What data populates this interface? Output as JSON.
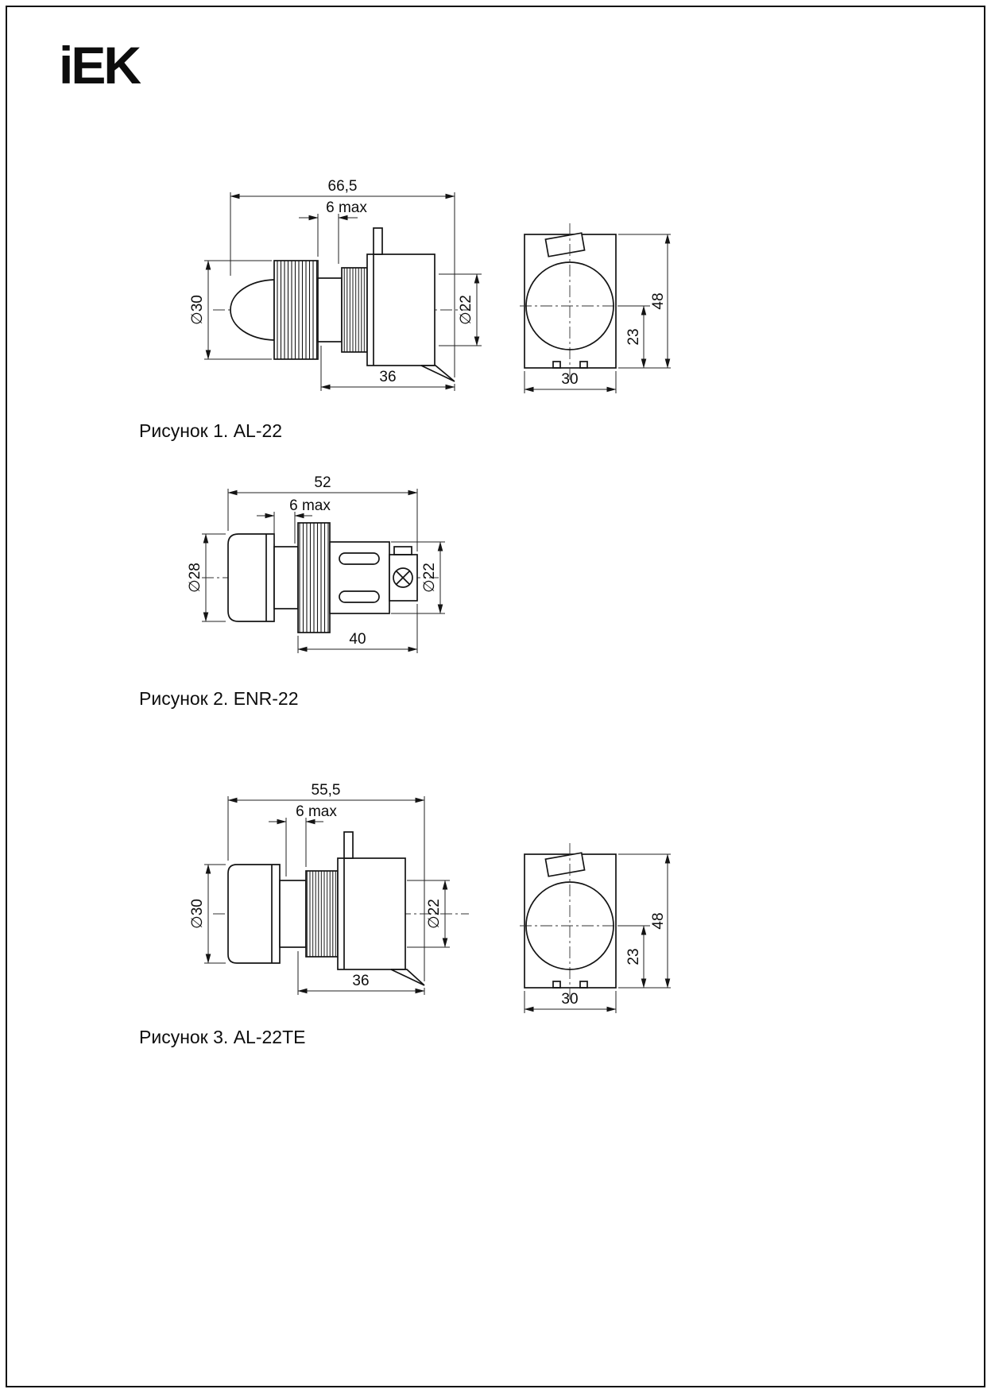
{
  "page": {
    "logo": "iEK"
  },
  "fig1": {
    "caption": "Рисунок 1. AL-22",
    "dims": {
      "total": "66,5",
      "panel": "6 max",
      "lens_dia": "∅30",
      "mount_dia": "∅22",
      "body_len": "36",
      "front_height": "48",
      "front_offset": "23",
      "front_width": "30"
    }
  },
  "fig2": {
    "caption": "Рисунок 2. ENR-22",
    "dims": {
      "total": "52",
      "panel": "6 max",
      "lens_dia": "∅28",
      "mount_dia": "∅22",
      "body_len": "40"
    }
  },
  "fig3": {
    "caption": "Рисунок 3. AL-22TE",
    "dims": {
      "total": "55,5",
      "panel": "6 max",
      "lens_dia": "∅30",
      "mount_dia": "∅22",
      "body_len": "36",
      "front_height": "48",
      "front_offset": "23",
      "front_width": "30"
    }
  }
}
